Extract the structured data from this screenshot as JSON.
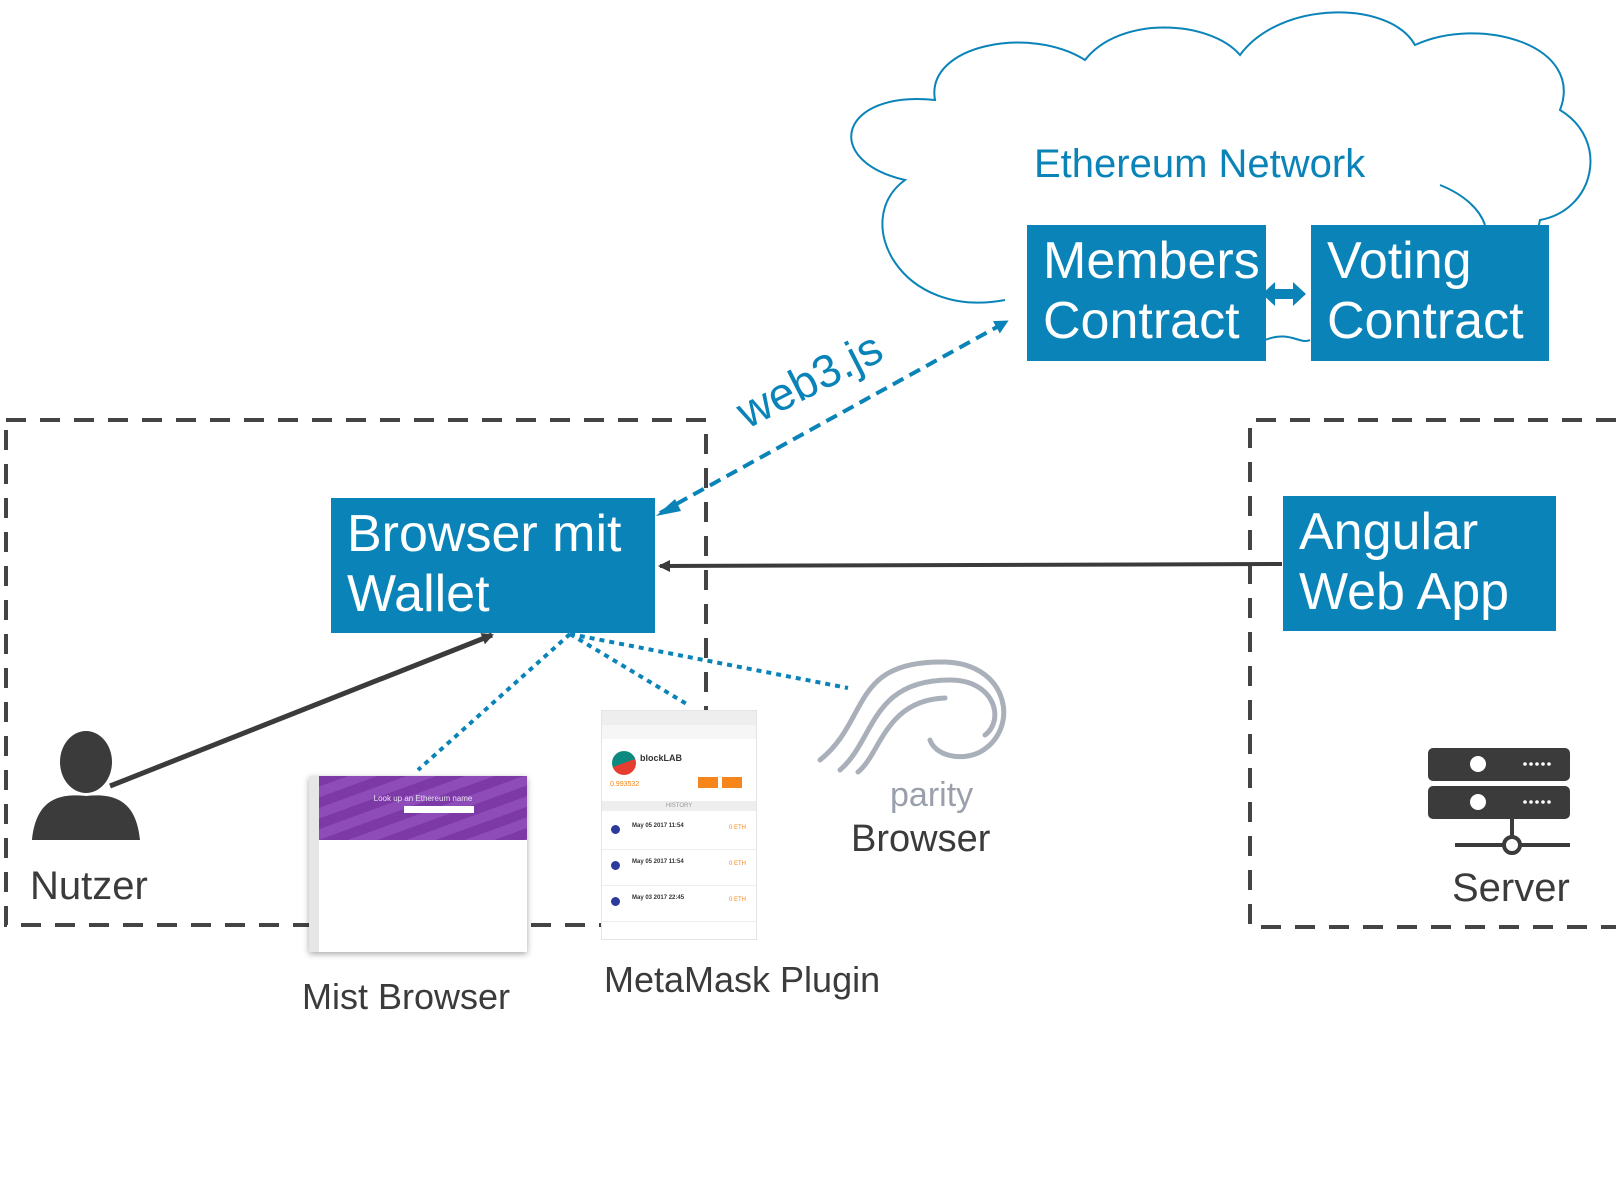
{
  "cloud": {
    "title": "Ethereum Network"
  },
  "contracts": {
    "members": [
      "Members",
      "Contract"
    ],
    "voting": [
      "Voting",
      "Contract"
    ]
  },
  "edge_label": "web3.js",
  "browser_box": [
    "Browser mit",
    "Wallet"
  ],
  "webapp_box": [
    "Angular",
    "Web App"
  ],
  "actors": {
    "user": "Nutzer",
    "server": "Server"
  },
  "browsers": {
    "mist": "Mist Browser",
    "metamask": "MetaMask Plugin",
    "parity_logo": "parity",
    "parity": "Browser"
  },
  "metamask_shot": {
    "account": "blockLAB",
    "balance": "0.993532",
    "history": "HISTORY",
    "rows": [
      "May 05 2017 11:54",
      "May 05 2017 11:54",
      "May 03 2017 22:45"
    ],
    "amount": "0 ETH"
  },
  "mist_shot": {
    "header": "Look up an Ethereum name"
  },
  "colors": {
    "accent": "#0a84b8",
    "dark": "#3b3b3b",
    "dashed": "#444444"
  },
  "icons": [
    "user-icon",
    "server-icon",
    "parity-logo-icon"
  ]
}
